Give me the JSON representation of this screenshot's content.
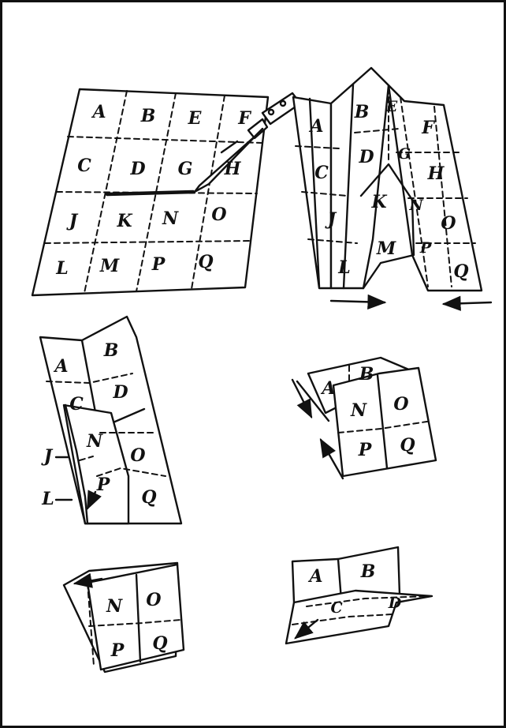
{
  "figure_1": {
    "grid_labels": [
      "A",
      "B",
      "E",
      "F",
      "C",
      "D",
      "G",
      "H",
      "J",
      "K",
      "N",
      "O",
      "L",
      "M",
      "P",
      "Q"
    ],
    "tool_icon": "penknife-icon"
  },
  "figure_2": {
    "labels": [
      "A",
      "B",
      "C",
      "D",
      "J",
      "K",
      "L",
      "M",
      "F",
      "E",
      "H",
      "G",
      "O",
      "N",
      "Q",
      "P"
    ],
    "arrows": [
      "arrow-right-icon",
      "arrow-left-icon"
    ]
  },
  "figure_3": {
    "labels": [
      "A",
      "B",
      "C",
      "D",
      "N",
      "O",
      "P",
      "Q",
      "J",
      "L"
    ]
  },
  "figure_4": {
    "labels": [
      "A",
      "B",
      "N",
      "O",
      "P",
      "Q"
    ]
  },
  "figure_5": {
    "labels": [
      "N",
      "O",
      "P",
      "Q"
    ]
  },
  "figure_6": {
    "labels": [
      "A",
      "B",
      "C",
      "D"
    ]
  }
}
